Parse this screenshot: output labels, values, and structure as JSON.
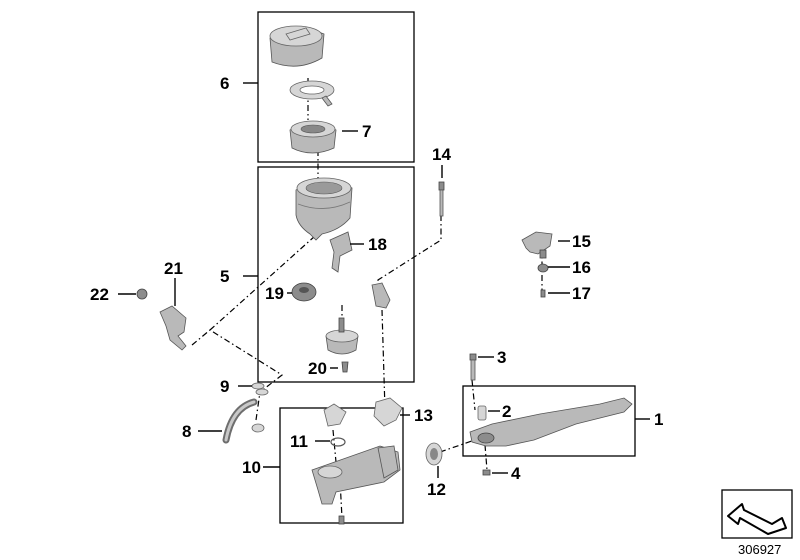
{
  "callouts": {
    "c1": "1",
    "c2": "2",
    "c3": "3",
    "c4": "4",
    "c5": "5",
    "c6": "6",
    "c7": "7",
    "c8": "8",
    "c9": "9",
    "c10": "10",
    "c11": "11",
    "c12": "12",
    "c13": "13",
    "c14": "14",
    "c15": "15",
    "c16": "16",
    "c17": "17",
    "c18": "18",
    "c19": "19",
    "c20": "20",
    "c21": "21",
    "c22": "22"
  },
  "reference_number": "306927",
  "colors": {
    "line": "#000000",
    "part_fill": "#b9b9b9",
    "background": "#ffffff"
  }
}
